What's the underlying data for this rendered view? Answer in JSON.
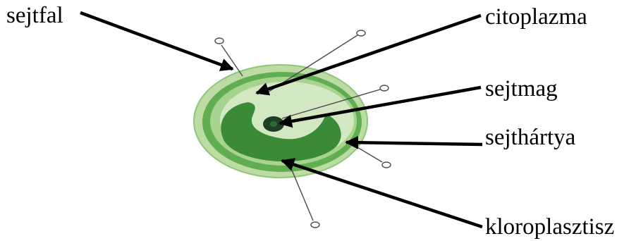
{
  "diagram": {
    "labels": {
      "sejtfal": "sejtfal",
      "citoplazma": "citoplazma",
      "sejtmag": "sejtmag",
      "sejthartya": "sejthártya",
      "kloroplasztisz": "kloroplasztisz"
    },
    "colors": {
      "background": "#ffffff",
      "text": "#000000",
      "arrow": "#000000",
      "cell_wall": "#bcdca4",
      "membrane_ring": "#61ae52",
      "cytoplasm": "#d2e8c2",
      "chloroplast": "#3a8a38",
      "nucleus": "#1f3f25",
      "pointer_line": "#4a4a4a"
    }
  }
}
